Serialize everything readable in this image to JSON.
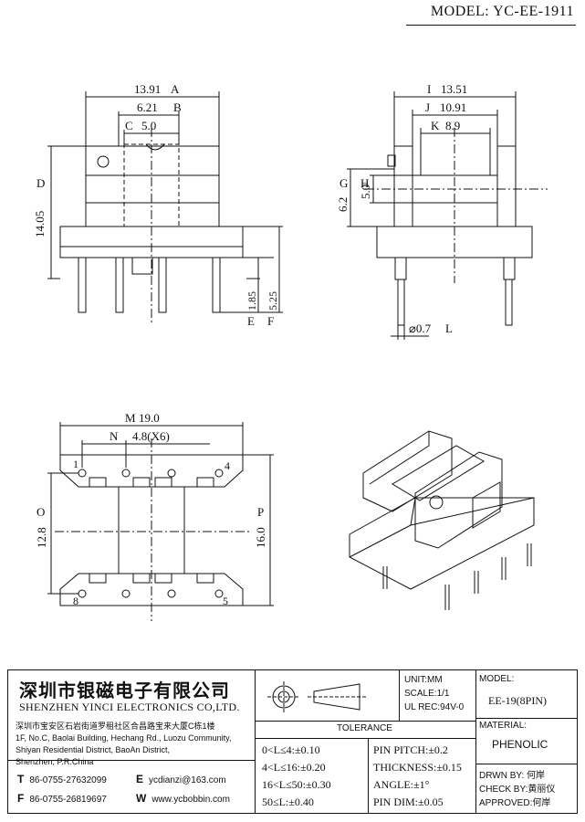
{
  "header": {
    "model_title": "MODEL: YC-EE-1911"
  },
  "front_view": {
    "dims": {
      "A": "13.91",
      "A_letter": "A",
      "B": "6.21",
      "B_letter": "B",
      "C": "5.0",
      "C_letter": "C",
      "D": "14.05",
      "D_letter": "D",
      "E": "1.85",
      "E_letter": "E",
      "F": "5.25",
      "F_letter": "F"
    }
  },
  "side_view": {
    "dims": {
      "I": "13.51",
      "I_letter": "I",
      "J": "10.91",
      "J_letter": "J",
      "K": "8.9",
      "K_letter": "K",
      "G": "6.2",
      "G_letter": "G",
      "H": "5.0",
      "H_letter": "H",
      "L": "⌀0.7",
      "L_letter": "L"
    }
  },
  "bottom_view": {
    "dims": {
      "M": "19.0",
      "M_letter": "M",
      "N": "4.8(X6)",
      "N_letter": "N",
      "O": "12.8",
      "O_letter": "O",
      "P": "16.0",
      "P_letter": "P"
    },
    "pin_labels": {
      "p1": "1",
      "p4": "4",
      "p5": "5",
      "p8": "8"
    }
  },
  "title_block": {
    "company_cn": "深圳市银磁电子有限公司",
    "company_en": "SHENZHEN YINCI ELECTRONICS CO,LTD.",
    "address_lines": [
      "深圳市宝安区石岩街道罗租社区合昌路宝来大厦C栋1楼",
      "1F, No.C, Baolai Building, Hechang Rd., Luozu Community,",
      "Shiyan Residential District, BaoAn District,",
      "Shenzhen, P.R.China"
    ],
    "tel_letter": "T",
    "tel": "86-0755-27632099",
    "fax_letter": "F",
    "fax": "86-0755-26819697",
    "email_letter": "E",
    "email": "ycdianzi@163.com",
    "web_letter": "W",
    "web": "www.ycbobbin.com",
    "unit": "UNIT:MM",
    "scale": "SCALE:1/1",
    "ul_rec": "UL REC:94V-0",
    "model_label": "MODEL:",
    "model_value": "EE-19(8PIN)",
    "material_label": "MATERIAL:",
    "material_value": "PHENOLIC",
    "tolerance_title": "TOLERANCE",
    "tolerance_left": [
      "0<L≤4:±0.10",
      "4<L≤16:±0.20",
      "16<L≤50:±0.30",
      "50≤L:±0.40"
    ],
    "tolerance_right": [
      "PIN PITCH:±0.2",
      "THICKNESS:±0.15",
      "ANGLE:±1°",
      "PIN DIM:±0.05"
    ],
    "drawn_by": "DRWN BY: 何岸",
    "check_by": "CHECK BY:黄丽仪",
    "approved": "APPROVED:何岸"
  }
}
